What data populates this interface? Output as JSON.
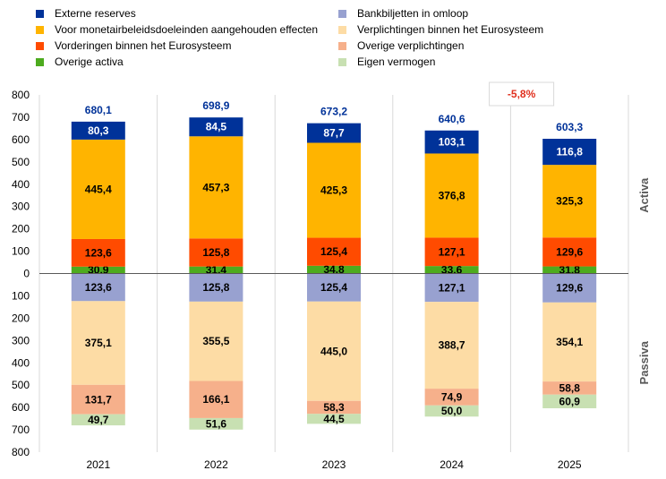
{
  "chart_data": {
    "type": "bar",
    "stacked": true,
    "diverging": true,
    "categories": [
      "2021",
      "2022",
      "2023",
      "2024",
      "2025"
    ],
    "ylim": [
      -800,
      800
    ],
    "yticks": [
      "800",
      "700",
      "600",
      "500",
      "400",
      "300",
      "200",
      "100",
      "0",
      "100",
      "200",
      "300",
      "400",
      "500",
      "600",
      "700",
      "800"
    ],
    "grid": "vertical-separators",
    "totals": [
      "680,1",
      "698,9",
      "673,2",
      "640,6",
      "603,3"
    ],
    "annotation": "-5,8%",
    "side_labels": {
      "top": "Activa",
      "bottom": "Passiva"
    },
    "assets": [
      {
        "name": "Overige activa",
        "color": "#4dab1e",
        "values": [
          30.9,
          31.4,
          34.8,
          33.6,
          31.8
        ],
        "labels": [
          "30,9",
          "31,4",
          "34,8",
          "33,6",
          "31,8"
        ]
      },
      {
        "name": "Vorderingen binnen het Eurosysteem",
        "color": "#ff4b00",
        "values": [
          123.6,
          125.8,
          125.4,
          127.1,
          129.6
        ],
        "labels": [
          "123,6",
          "125,8",
          "125,4",
          "127,1",
          "129,6"
        ]
      },
      {
        "name": "Voor monetairbeleidsdoeleinden aangehouden effecten",
        "color": "#ffb400",
        "values": [
          445.4,
          457.3,
          425.3,
          376.8,
          325.3
        ],
        "labels": [
          "445,4",
          "457,3",
          "425,3",
          "376,8",
          "325,3"
        ]
      },
      {
        "name": "Externe reserves",
        "color": "#003299",
        "values": [
          80.3,
          84.5,
          87.7,
          103.1,
          116.8
        ],
        "labels": [
          "80,3",
          "84,5",
          "87,7",
          "103,1",
          "116,8"
        ]
      }
    ],
    "liabilities": [
      {
        "name": "Bankbiljetten in omloop",
        "color": "#98a1d0",
        "values": [
          123.6,
          125.8,
          125.4,
          127.1,
          129.6
        ],
        "labels": [
          "123,6",
          "125,8",
          "125,4",
          "127,1",
          "129,6"
        ]
      },
      {
        "name": "Verplichtingen binnen het Eurosysteem",
        "color": "#fddca5",
        "values": [
          375.1,
          355.5,
          445.0,
          388.7,
          354.1
        ],
        "labels": [
          "375,1",
          "355,5",
          "445,0",
          "388,7",
          "354,1"
        ]
      },
      {
        "name": "Overige verplichtingen",
        "color": "#f6b08b",
        "values": [
          131.7,
          166.1,
          58.3,
          74.9,
          58.8
        ],
        "labels": [
          "131,7",
          "166,1",
          "58,3",
          "74,9",
          "58,8"
        ]
      },
      {
        "name": "Eigen vermogen",
        "color": "#c8e0b2",
        "values": [
          49.7,
          51.6,
          44.5,
          50.0,
          60.9
        ],
        "labels": [
          "49,7",
          "51,6",
          "44,5",
          "50,0",
          "60,9"
        ]
      }
    ]
  },
  "legend": {
    "left": [
      {
        "label": "Externe reserves",
        "color": "#003299"
      },
      {
        "label": "Voor monetairbeleidsdoeleinden aangehouden effecten",
        "color": "#ffb400"
      },
      {
        "label": "Vorderingen binnen het Eurosysteem",
        "color": "#ff4b00"
      },
      {
        "label": "Overige activa",
        "color": "#4dab1e"
      }
    ],
    "right": [
      {
        "label": "Bankbiljetten in omloop",
        "color": "#98a1d0"
      },
      {
        "label": "Verplichtingen binnen het Eurosysteem",
        "color": "#fddca5"
      },
      {
        "label": "Overige verplichtingen",
        "color": "#f6b08b"
      },
      {
        "label": "Eigen vermogen",
        "color": "#c8e0b2"
      }
    ]
  }
}
